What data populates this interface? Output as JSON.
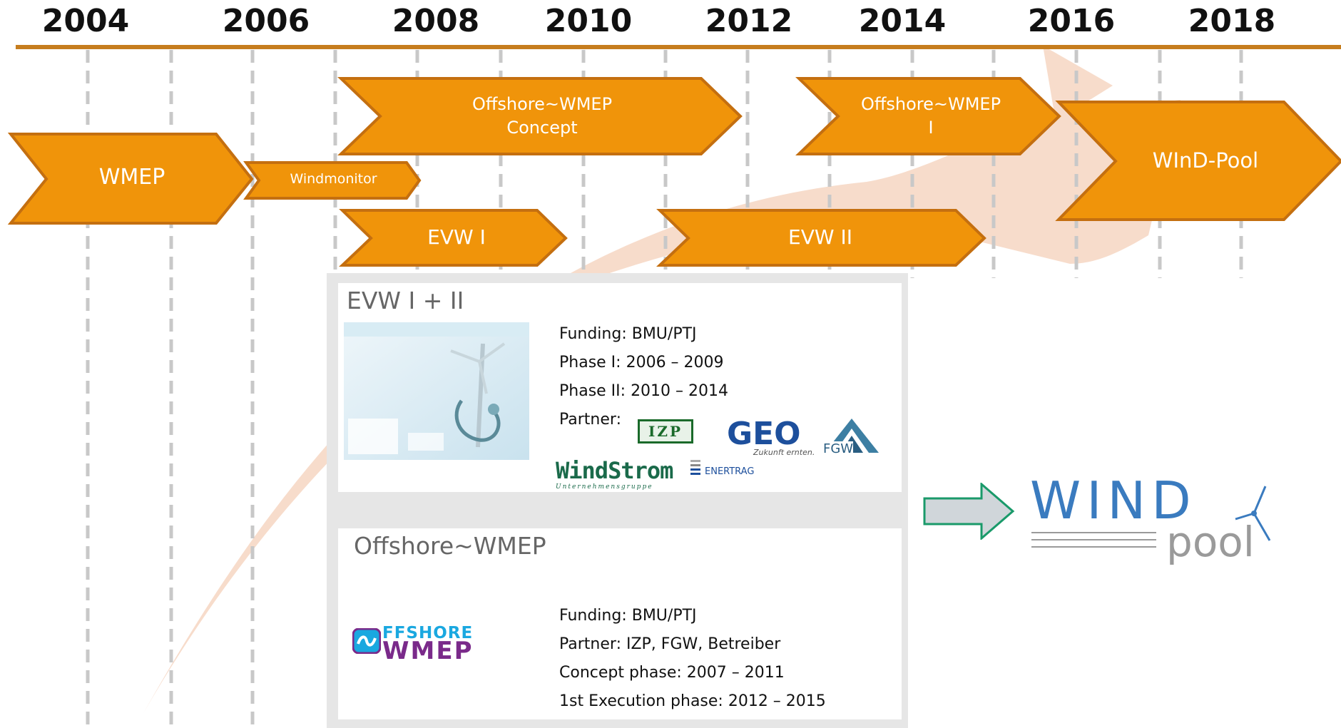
{
  "timeline": {
    "years": [
      "2004",
      "2006",
      "2008",
      "2010",
      "2012",
      "2014",
      "2016",
      "2018"
    ]
  },
  "projects": {
    "wmep": "WMEP",
    "windmonitor": "Windmonitor",
    "offshore_concept": [
      "Offshore~WMEP",
      "Concept"
    ],
    "evw1": "EVW I",
    "evw2": "EVW II",
    "offshore_1": [
      "Offshore~WMEP",
      "I"
    ],
    "windpool": "WInD-Pool"
  },
  "cards": {
    "evw": {
      "title": "EVW I + II",
      "funding": "Funding: BMU/PTJ",
      "phase1": "Phase I: 2006 – 2009",
      "phase2": "Phase II: 2010 – 2014",
      "partner_label": "Partner:",
      "logos": {
        "izp": "IZP",
        "geo": "GEO",
        "geo_tagline": "Zukunft ernten.",
        "fgw": "FGW",
        "windstrom": "WindStrom",
        "windstrom_sub": "Unternehmensgruppe",
        "enertrag": "ENERTRAG"
      }
    },
    "offshore": {
      "title": "Offshore~WMEP",
      "funding": "Funding: BMU/PTJ",
      "partner": "Partner: IZP, FGW, Betreiber",
      "concept": "Concept phase: 2007 – 2011",
      "execution": "1st Execution phase: 2012 – 2015",
      "logo_top": "FFSHORE",
      "logo_bottom": "WMEP"
    }
  },
  "windpool_logo": {
    "word": "WIND",
    "sub": "pool"
  },
  "colors": {
    "orange": "#f0940a",
    "orange_border": "#c46f10",
    "axis": "#c67d1e",
    "grid": "#c8c8c8",
    "swoosh": "#f7dccb",
    "panel": "#e6e6e6",
    "windpool_blue": "#3a7bbf",
    "windpool_grey": "#9a9a9a",
    "arrow_outline": "#1a9a6a"
  }
}
